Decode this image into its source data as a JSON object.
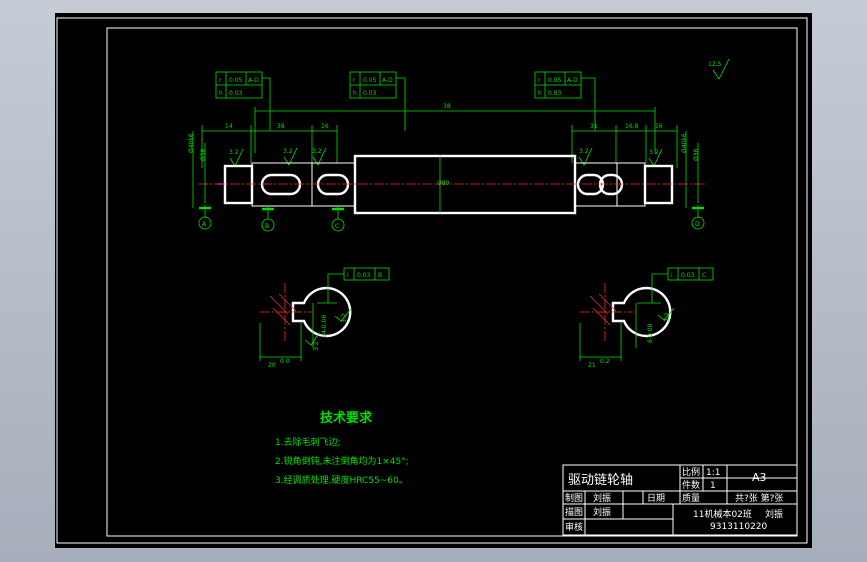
{
  "drawing": {
    "tech_title": "技术要求",
    "notes": [
      "1.去除毛刺飞边;",
      "2.锐角倒钝,未注倒角均为1×45°;",
      "3.经调质处理,硬度HRC55~60。"
    ],
    "roughness": "12.5",
    "dims": {
      "overall": "38",
      "top": [
        "14",
        "38",
        "16",
        "31",
        "16.8",
        "16"
      ],
      "center_dia": "Ø80"
    },
    "fcf_top": [
      {
        "row1": [
          "r",
          "0.05",
          "A-D"
        ],
        "row2": [
          "h",
          "0.03"
        ]
      },
      {
        "row1": [
          "r",
          "0.05",
          "A-D"
        ],
        "row2": [
          "h",
          "0.03"
        ]
      },
      {
        "row1": [
          "r",
          "0.05",
          "A-D"
        ],
        "row2": [
          "h",
          "0.03"
        ]
      }
    ],
    "datums": [
      "A",
      "B",
      "C",
      "D"
    ],
    "section_left": {
      "fcf": [
        "i",
        "0.03",
        "B"
      ],
      "dim": "20",
      "dim_sup": "0.0",
      "tol": "14-0.08",
      "ra": "3.2"
    },
    "section_right": {
      "fcf": [
        "i",
        "0.03",
        "C"
      ],
      "dim": "21",
      "dim_sup": "0.2",
      "tol": "8-0.08",
      "ra": "3.2"
    },
    "ra_marks": [
      "3.2",
      "3.2",
      "3.2",
      "3.2",
      "3.2"
    ]
  },
  "title_block": {
    "part_name": "驱动链轮轴",
    "scale_label": "比例",
    "scale_value": "1:1",
    "qty_label": "件数",
    "qty_value": "1",
    "sheet_size": "A3",
    "mass_label": "质量",
    "sheet_count": "共?张 第?张",
    "drawn_label": "制图",
    "drawn_name": "刘振",
    "date_label": "日期",
    "design_label": "描图",
    "design_name": "刘振",
    "check_label": "审核",
    "class_name": "11机械本02班",
    "student_name": "刘振",
    "student_no": "9313110220"
  }
}
